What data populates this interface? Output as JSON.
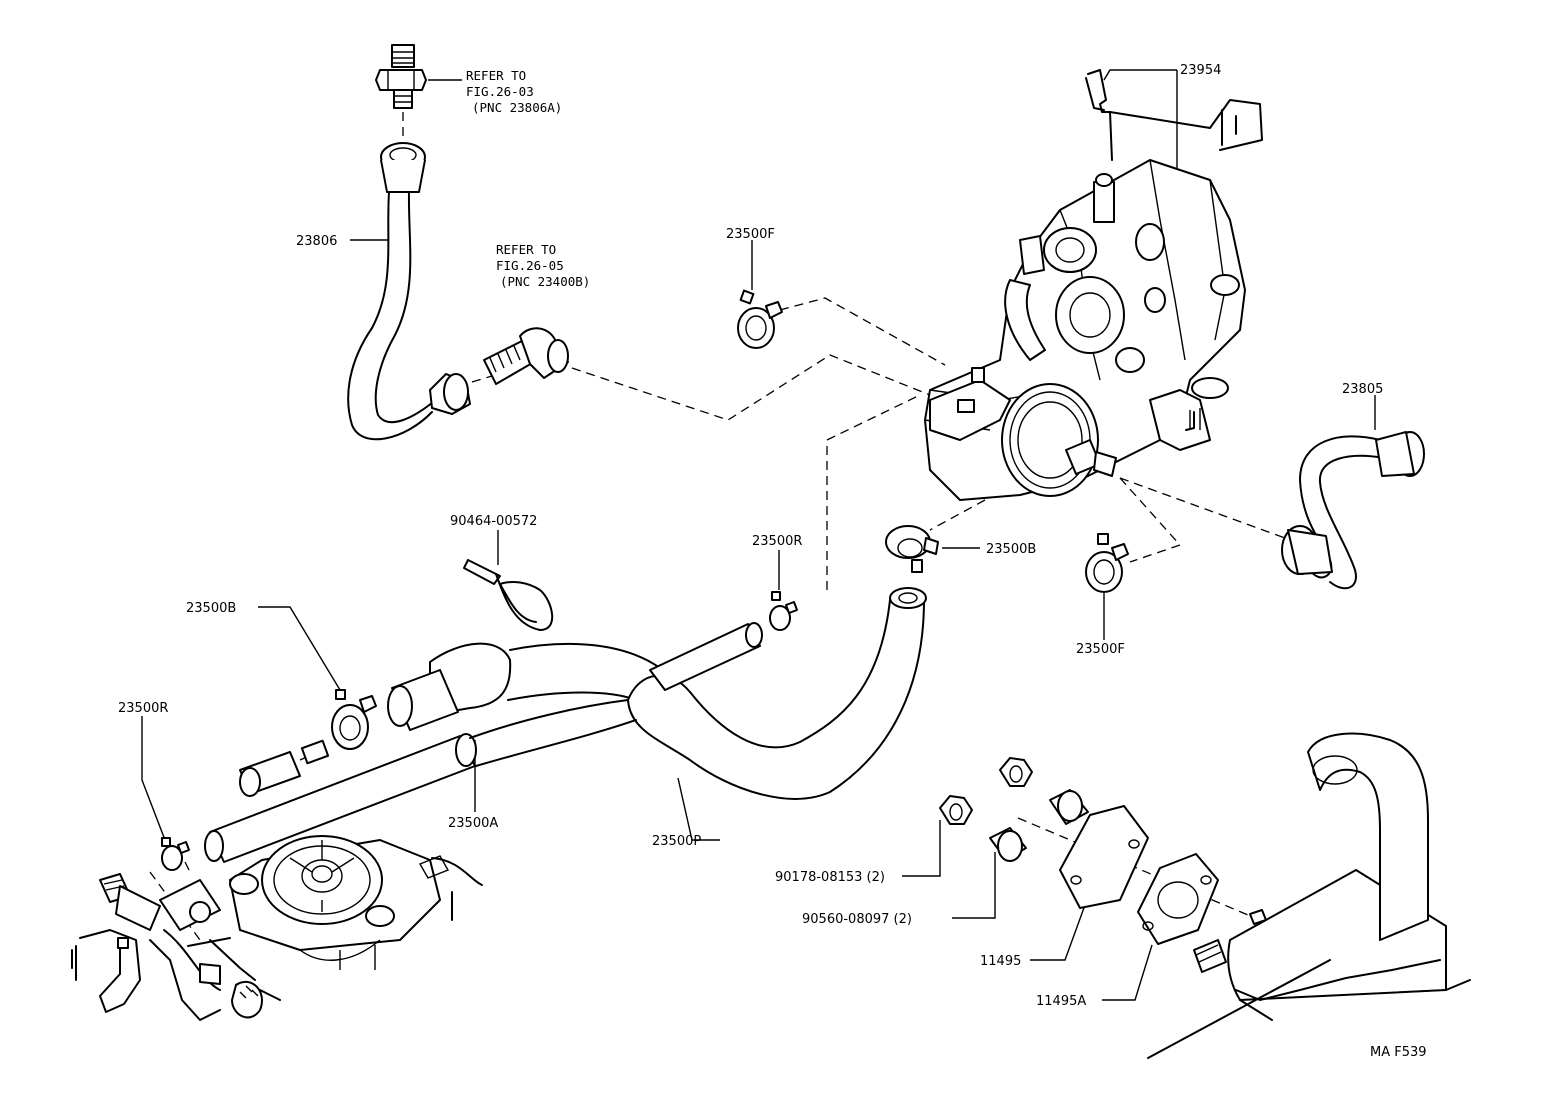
{
  "diagram": {
    "parts": {
      "p23954": "23954",
      "p23806": "23806",
      "p23805": "23805",
      "p23500F_top": "23500F",
      "p23500F_right": "23500F",
      "p23500R_mid": "23500R",
      "p23500R_left": "23500R",
      "p23500B_left": "23500B",
      "p23500B_right": "23500B",
      "p23500A": "23500A",
      "p23500P": "23500P",
      "p90464": "90464-00572",
      "p90178": "90178-08153 (2)",
      "p90560": "90560-08097 (2)",
      "p11495": "11495",
      "p11495A": "11495A"
    },
    "refer1": {
      "line1": "REFER TO",
      "line2": "FIG.26-03",
      "line3": "(PNC 23806A)"
    },
    "refer2": {
      "line1": "REFER TO",
      "line2": "FIG.26-05",
      "line3": "(PNC 23400B)"
    },
    "code": "MA F539"
  }
}
